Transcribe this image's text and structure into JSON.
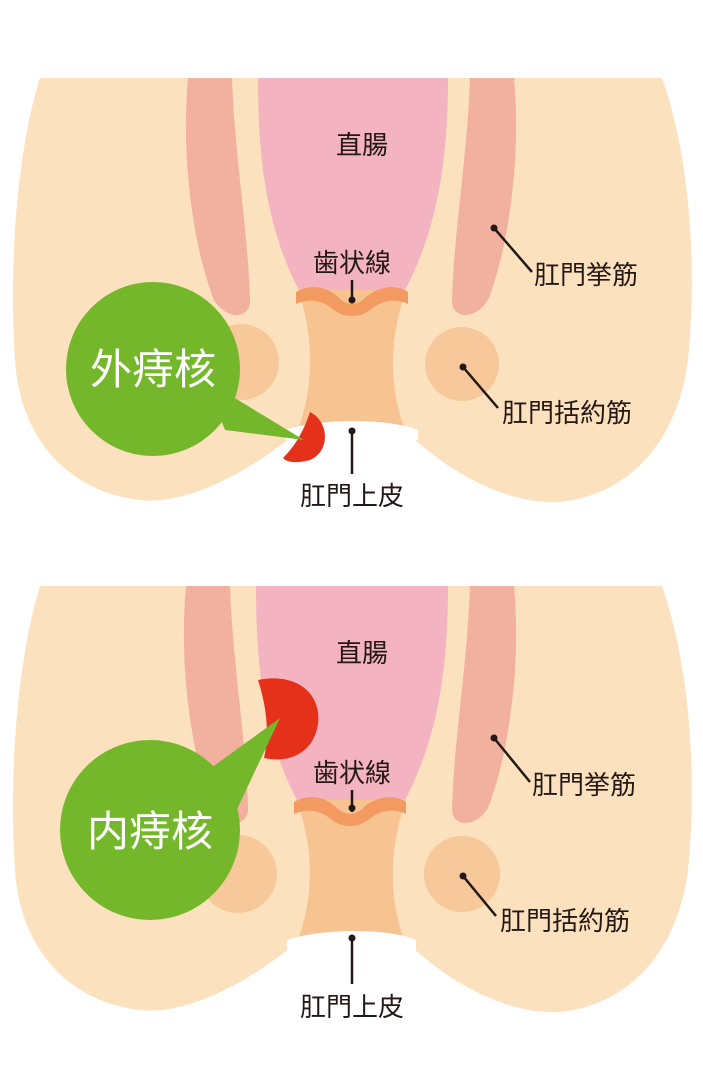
{
  "colors": {
    "skin": "#FCE1BF",
    "muscle": "#F2B19F",
    "rectum": "#F3B3C1",
    "anal_skin": "#F7C391",
    "dentate": "#F39A61",
    "sphincter": "#F6C89A",
    "hemorrhoid": "#E6311A",
    "bubble": "#75B72B",
    "line": "#231815",
    "label_white": "#ffffff"
  },
  "panels": [
    {
      "bubble_label": "外痔核",
      "labels": {
        "rectum": "直腸",
        "dentate_line": "歯状線",
        "levator_ani": "肛門挙筋",
        "sphincter": "肛門括約筋",
        "anoderm": "肛門上皮"
      }
    },
    {
      "bubble_label": "内痔核",
      "labels": {
        "rectum": "直腸",
        "dentate_line": "歯状線",
        "levator_ani": "肛門挙筋",
        "sphincter": "肛門括約筋",
        "anoderm": "肛門上皮"
      }
    }
  ]
}
